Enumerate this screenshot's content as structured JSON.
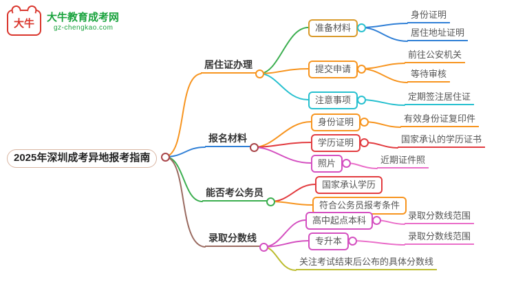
{
  "logo": {
    "brand": "大牛",
    "name": "大牛教育成考网",
    "url": "gz-chengkao.com"
  },
  "mindmap": {
    "root": {
      "label": "2025年深圳成考异地报考指南"
    },
    "branches": [
      {
        "label": "居住证办理",
        "color": "#f7941e",
        "children": [
          {
            "label": "准备材料",
            "color": "#d99a2b",
            "children": [
              {
                "label": "身份证明",
                "color": "#2f7fd6"
              },
              {
                "label": "居住地址证明",
                "color": "#2f7fd6"
              }
            ]
          },
          {
            "label": "提交申请",
            "color": "#f7941e",
            "children": [
              {
                "label": "前往公安机关",
                "color": "#f7941e"
              },
              {
                "label": "等待审核",
                "color": "#f7941e"
              }
            ]
          },
          {
            "label": "注意事项",
            "color": "#27c0cf",
            "children": [
              {
                "label": "定期签注居住证",
                "color": "#27c0cf"
              }
            ]
          }
        ]
      },
      {
        "label": "报名材料",
        "color": "#2f7fd6",
        "children": [
          {
            "label": "身份证明",
            "color": "#f7941e",
            "children": [
              {
                "label": "有效身份证复印件",
                "color": "#f7941e"
              }
            ]
          },
          {
            "label": "学历证明",
            "color": "#e23b3f",
            "children": [
              {
                "label": "国家承认的学历证书",
                "color": "#e23b3f"
              }
            ]
          },
          {
            "label": "照片",
            "color": "#d44fc0",
            "children": [
              {
                "label": "近期证件照",
                "color": "#ea6ec9"
              }
            ]
          }
        ]
      },
      {
        "label": "能否考公务员",
        "color": "#3bae4f",
        "children": [
          {
            "label": "国家承认学历",
            "color": "#e23b3f"
          },
          {
            "label": "符合公务员报考条件",
            "color": "#f7941e"
          }
        ]
      },
      {
        "label": "录取分数线",
        "color": "#9a6a60",
        "children": [
          {
            "label": "高中起点本科",
            "color": "#d44fc0",
            "children": [
              {
                "label": "录取分数线范围",
                "color": "#ea6ec9"
              }
            ]
          },
          {
            "label": "专升本",
            "color": "#d44fc0",
            "children": [
              {
                "label": "录取分数线范围",
                "color": "#ea6ec9"
              }
            ]
          },
          {
            "label": "关注考试结束后公布的具体分数线",
            "color": "#bcbc2e"
          }
        ]
      }
    ]
  },
  "palette": {
    "orange": "#f7941e",
    "blue": "#2f7fd6",
    "green": "#3bae4f",
    "brown": "#9a6a60",
    "teal_cyan": "#27c0cf",
    "red": "#e23b3f",
    "magenta": "#d44fc0",
    "pink": "#ea6ec9",
    "olive_yellow": "#bcbc2e",
    "amber": "#d99a2b",
    "maroon": "#a84448",
    "logo_red": "#d9342b",
    "logo_green": "#18a23c",
    "text_dark": "#333333"
  }
}
